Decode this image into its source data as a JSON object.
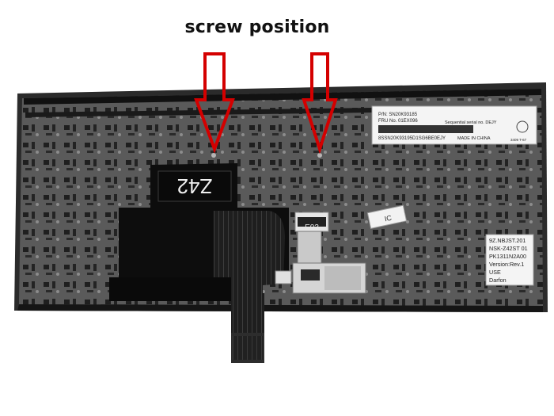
{
  "heading": "screw position",
  "markers": [
    {
      "name": "left-screw",
      "shape": "red-down-arrow",
      "color": "#d40000"
    },
    {
      "name": "right-screw",
      "shape": "red-down-arrow",
      "color": "#d40000"
    }
  ],
  "plate_label": "Z42",
  "connector_label": "E03",
  "top_label": {
    "pn": "P/N: SN20K93185",
    "fru": "FRU No. 01EX096",
    "serial_header": "Sequential serial no. DEJY",
    "serial": "8SSN20K93195D1SG6BE0EJY",
    "origin": "MADE IN CHINA",
    "code": "3409 T-67"
  },
  "side_label": {
    "lines": [
      "9Z.NBJST.201",
      "NSK-Z42ST 01",
      "PK1311N2A00",
      "Version:Rev.1",
      "USE",
      "Darfon"
    ]
  },
  "small_tag": "IC",
  "colors": {
    "background": "#ffffff",
    "keyboard_plate": "#4a4a4a",
    "frame": "#2a2a2a",
    "arrow": "#d40000",
    "ribbon": "#1b1b1b"
  }
}
